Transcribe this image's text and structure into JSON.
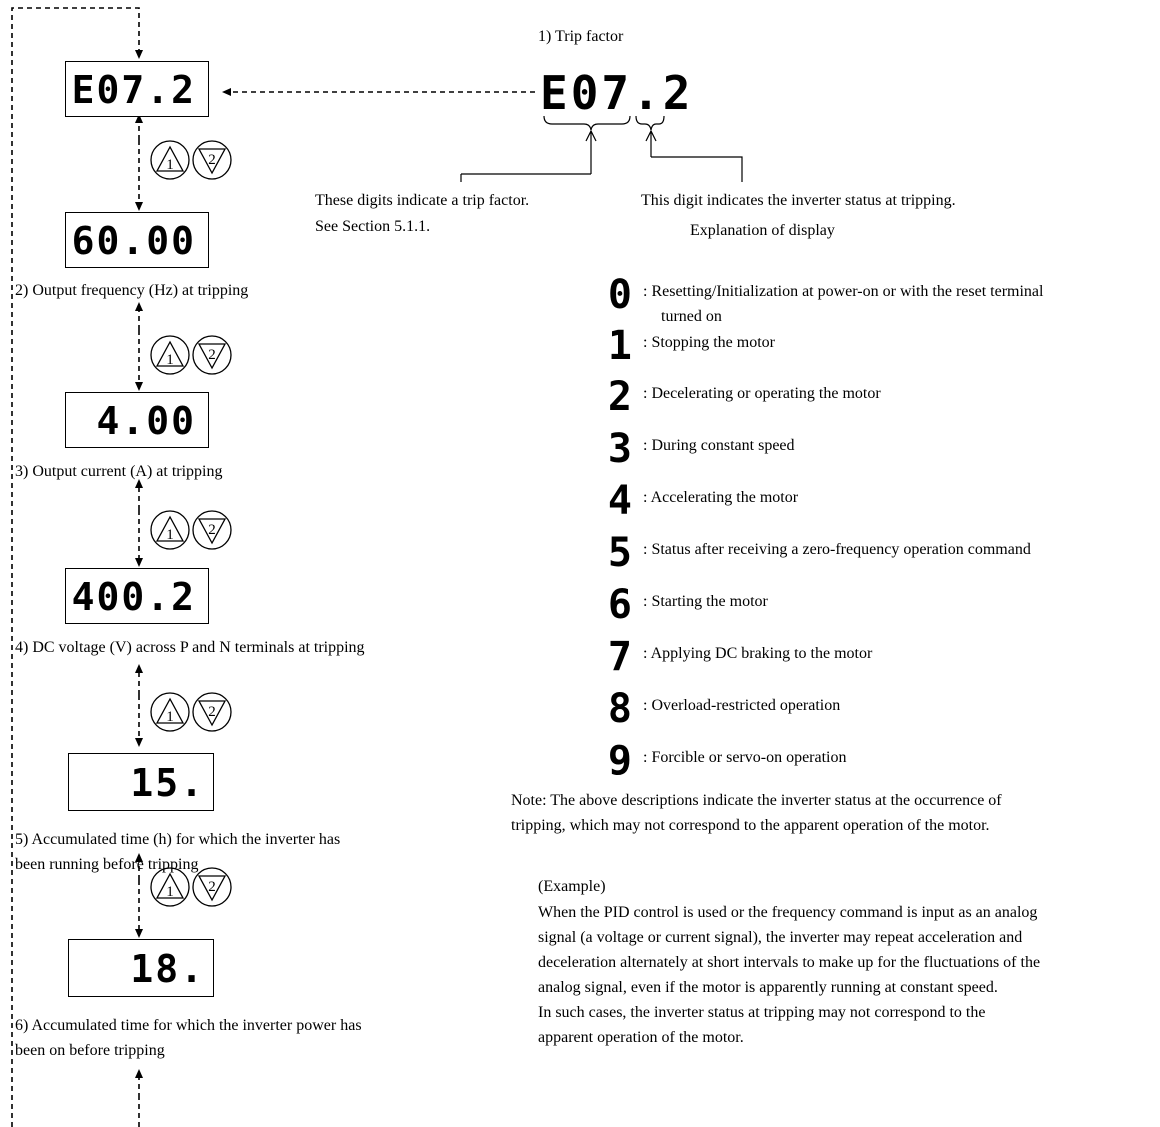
{
  "trip_factor_title": "1) Trip factor",
  "trip_code_big": "E07.2",
  "digits_note_line1": "These digits indicate a trip factor.",
  "digits_note_line2": "See Section 5.1.1.",
  "status_digit_note": "This digit indicates the inverter status at tripping.",
  "explanation_title": "Explanation of display",
  "keys": {
    "up": "1",
    "down": "2"
  },
  "monitor_steps": [
    {
      "display": "E07.2",
      "caption": ""
    },
    {
      "display": "60.00",
      "caption": "2) Output frequency (Hz) at tripping"
    },
    {
      "display": "4.00",
      "caption": "3) Output current (A) at tripping"
    },
    {
      "display": "400.2",
      "caption": "4) DC voltage (V) across P and N terminals at tripping"
    },
    {
      "display": "15.",
      "caption_line1": "5) Accumulated time (h) for which the inverter has",
      "caption_line2": "been running before tripping"
    },
    {
      "display": "18.",
      "caption_line1": "6) Accumulated time for which the inverter power has",
      "caption_line2": "been on before tripping"
    }
  ],
  "status_codes": [
    {
      "digit": "0",
      "line1": ": Resetting/Initialization at power-on or with the reset terminal",
      "line2": "turned on"
    },
    {
      "digit": "1",
      "line1": ": Stopping the motor"
    },
    {
      "digit": "2",
      "line1": ": Decelerating or operating the motor"
    },
    {
      "digit": "3",
      "line1": ": During constant speed"
    },
    {
      "digit": "4",
      "line1": ": Accelerating the motor"
    },
    {
      "digit": "5",
      "line1": ": Status after receiving a zero-frequency operation command"
    },
    {
      "digit": "6",
      "line1": ": Starting the motor"
    },
    {
      "digit": "7",
      "line1": ": Applying DC braking to the motor"
    },
    {
      "digit": "8",
      "line1": ": Overload-restricted operation"
    },
    {
      "digit": "9",
      "line1": ": Forcible or servo-on operation"
    }
  ],
  "note_line1": "Note: The above descriptions indicate the inverter status at the occurrence of",
  "note_line2": "tripping, which may not correspond to the apparent operation of the motor.",
  "example_title": "(Example)",
  "example_lines": [
    "When the PID control is used or the frequency command is input as an analog",
    "signal (a voltage or current signal), the inverter may repeat acceleration and",
    "deceleration alternately at short intervals to make up for the fluctuations of the",
    "analog signal, even if the motor is apparently running at constant speed.",
    "In such cases, the inverter status at tripping may not correspond to the",
    "apparent operation of the motor."
  ]
}
